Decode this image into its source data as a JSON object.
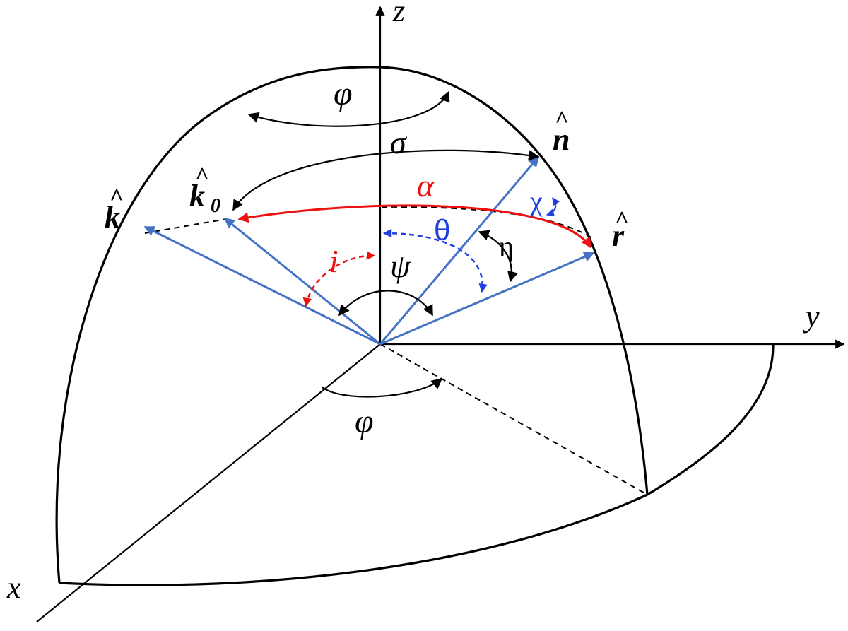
{
  "colors": {
    "black": "#000000",
    "vector_blue": "#4472c4",
    "accent_blue": "#1f3fe0",
    "accent_red": "#ee1111"
  },
  "axes": {
    "x": "x",
    "y": "y",
    "z": "z"
  },
  "vectors": {
    "k": "k",
    "k0": "k",
    "k0_subscript": "0",
    "n": "n",
    "r": "r",
    "hat": "^"
  },
  "angles": {
    "phi_top": "φ",
    "phi_bottom": "φ",
    "sigma": "σ",
    "alpha": "α",
    "chi": "χ",
    "theta": "θ",
    "eta": "η",
    "i": "i",
    "psi": "ψ"
  }
}
